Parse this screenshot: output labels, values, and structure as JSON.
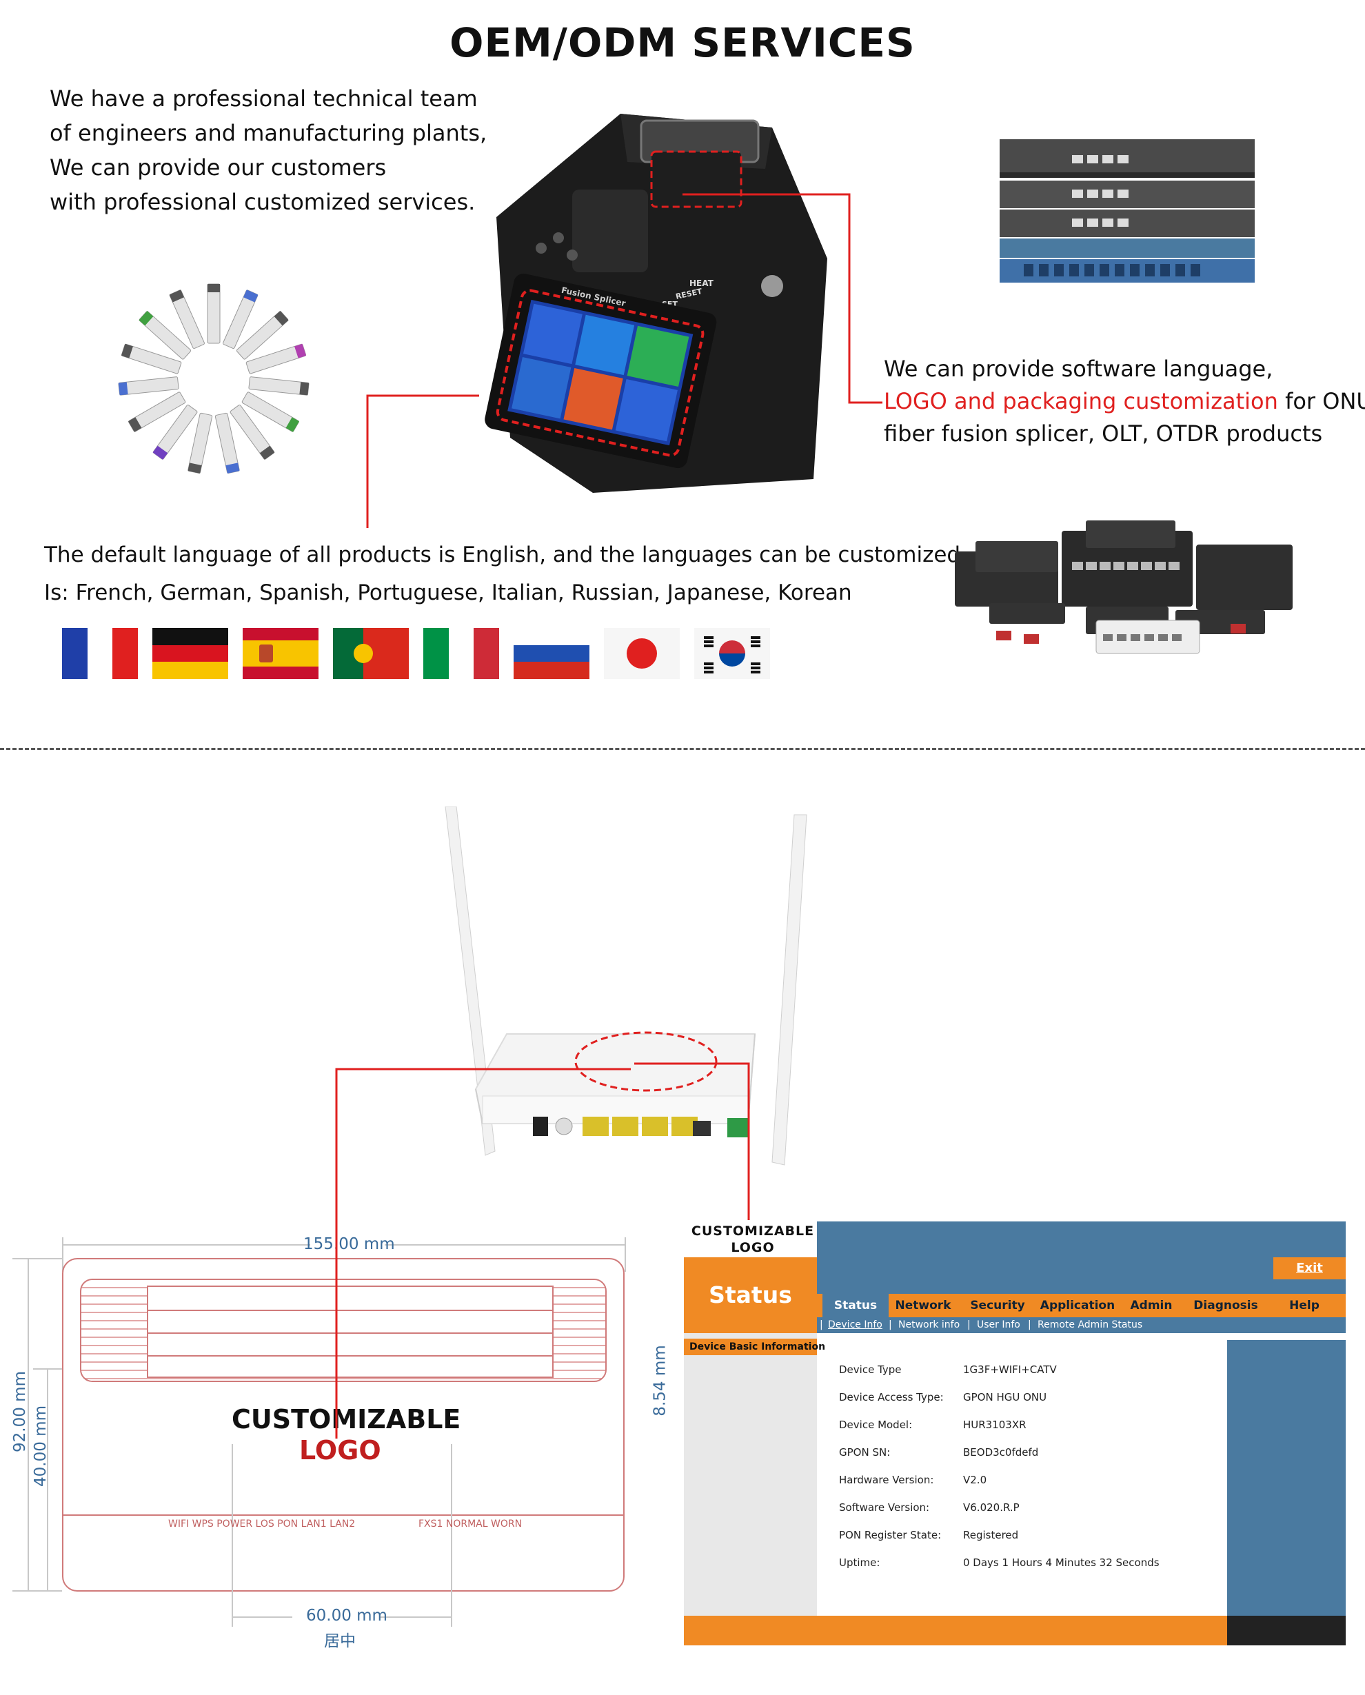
{
  "page": {
    "title": "OEM/ODM SERVICES",
    "intro": [
      "We have a professional technical team",
      "of engineers and manufacturing plants,",
      "We can provide our customers",
      "with professional customized services."
    ],
    "software_text": {
      "line1": "We can provide software language,",
      "line2_red": "LOGO and packaging customization",
      "line2_rest": " for ONU,",
      "line3": "fiber fusion splicer, OLT, OTDR products"
    },
    "language_text": {
      "line1": "The default language of all products is English, and the languages can be customized",
      "line2": "Is: French, German, Spanish, Portuguese, Italian, Russian, Japanese, Korean"
    },
    "splicer_label": "Fusion Splicer",
    "splicer_keys": [
      "HEAT",
      "RESET",
      "SET"
    ]
  },
  "flags": [
    "france-flag",
    "germany-flag",
    "spain-flag",
    "portugal-flag",
    "italy-flag",
    "russia-flag",
    "japan-flag",
    "korea-flag"
  ],
  "drawing": {
    "width_dim": "155.00 mm",
    "height_dim_outer": "92.00 mm",
    "height_dim_inner": "40.00 mm",
    "right_dim": "8.54 mm",
    "bottom_dim": "60.00 mm",
    "bottom_label": "居中",
    "customizable": "CUSTOMIZABLE",
    "logo": "LOGO",
    "ports_left": "WIFI  WPS POWER LOS  PON  LAN1  LAN2",
    "ports_right": "FXS1  NORMAL  WORN"
  },
  "webui": {
    "logo_label_1": "CUSTOMIZABLE",
    "logo_label_2": "LOGO",
    "status_title": "Status",
    "exit": "Exit",
    "nav": [
      "Status",
      "Network",
      "Security",
      "Application",
      "Admin",
      "Diagnosis",
      "Help"
    ],
    "subnav": [
      "Device Info",
      "Network info",
      "User Info",
      "Remote Admin Status"
    ],
    "left_menu": "Device Basic Information",
    "rows": [
      {
        "label": "Device Type",
        "value": "1G3F+WIFI+CATV"
      },
      {
        "label": "Device Access Type:",
        "value": "GPON HGU ONU"
      },
      {
        "label": "Device Model:",
        "value": "HUR3103XR"
      },
      {
        "label": "GPON SN:",
        "value": "BEOD3c0fdefd"
      },
      {
        "label": "Hardware Version:",
        "value": "V2.0"
      },
      {
        "label": "Software Version:",
        "value": "V6.020.R.P"
      },
      {
        "label": "PON Register State:",
        "value": "Registered"
      },
      {
        "label": "Uptime:",
        "value": "0 Days 1 Hours 4 Minutes 32 Seconds"
      }
    ]
  },
  "colors": {
    "accent_red": "#e0201f",
    "ui_blue": "#4a7aa0",
    "ui_orange": "#f08a24"
  }
}
